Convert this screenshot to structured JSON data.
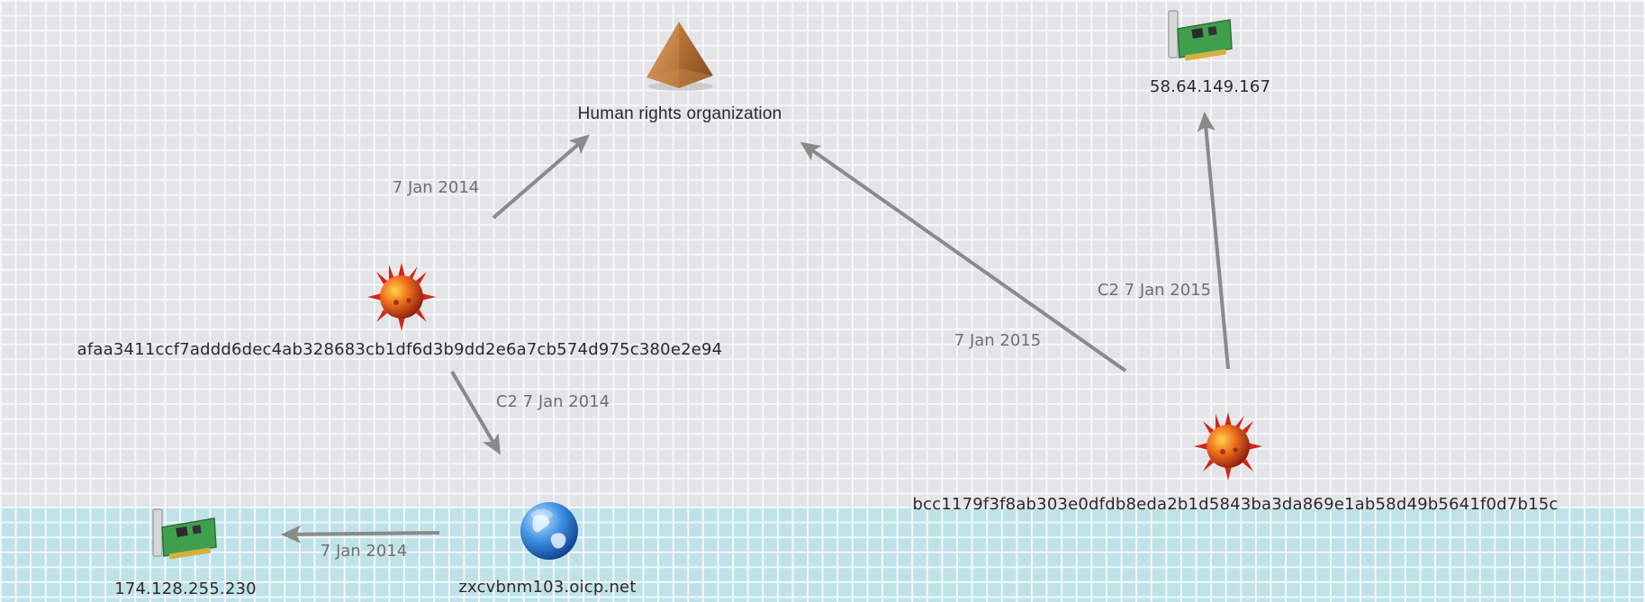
{
  "graph": {
    "nodes": {
      "human_rights": {
        "label": "Human rights organization",
        "icon": "pyramid-icon"
      },
      "ip_58": {
        "label": "58.64.149.167",
        "icon": "network-card-icon"
      },
      "malware_afaa": {
        "label": "afaa3411ccf7addd6dec4ab328683cb1df6d3b9dd2e6a7cb574d975c380e2e94",
        "icon": "malware-spiky-ball-icon"
      },
      "malware_bcc1": {
        "label": "bcc1179f3f8ab303e0dfdb8eda2b1d5843ba3da869e1ab58d49b5641f0d7b15c",
        "icon": "malware-spiky-ball-icon"
      },
      "domain_zxc": {
        "label": "zxcvbnm103.oicp.net",
        "icon": "globe-icon"
      },
      "ip_174": {
        "label": "174.128.255.230",
        "icon": "network-card-icon"
      }
    },
    "edges": {
      "afaa_to_hro": {
        "label": "7 Jan 2014"
      },
      "afaa_to_domain": {
        "label": "C2 7 Jan 2014"
      },
      "domain_to_ip174": {
        "label": "7 Jan 2014"
      },
      "bcc1_to_hro": {
        "label": "7 Jan 2015"
      },
      "bcc1_to_ip58": {
        "label": "C2 7 Jan 2015"
      }
    }
  },
  "colors": {
    "edge": "#8a8a8a",
    "grid_background": "#e3e4e8",
    "band_background": "#bfe2e8"
  }
}
